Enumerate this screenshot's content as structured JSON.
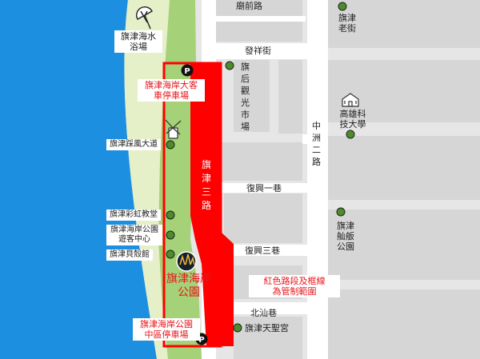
{
  "colors": {
    "sea": "#1d8fe0",
    "beach": "#e5efc8",
    "park": "#a5d178",
    "restricted": "#ff0000",
    "road": "#ffffff",
    "block": "#d6d6d6",
    "poi_marker": "#4d8c2a"
  },
  "roads": {
    "miaoqian_rd": "廟前路",
    "faxiang_st": "發祥街",
    "qijin_3rd_rd": "旗津三路",
    "fuxing_1st_lane": "復興一巷",
    "fuxing_3rd_lane": "復興三巷",
    "beishan_lane": "北汕巷",
    "zhongzhou_2nd_rd": "中洲二路"
  },
  "pois": {
    "bathing_beach": "旗津海水浴場",
    "old_street": "旗津老街",
    "bus_parking": "旗津海岸大客車停車場",
    "empress_market": "旗后觀光市場",
    "nkust": "高雄科技大學",
    "wind_blvd": "旗津踩風大道",
    "rainbow_church": "旗津彩虹教堂",
    "visitor_center": "旗津海岸公園遊客中心",
    "shell_museum": "旗津貝殼館",
    "coastal_park": "旗津海岸公園",
    "middle_parking": "旗津海岸公園中區停車場",
    "tianhou_temple": "旗津天聖宮",
    "ferry_park": "旗津舢舨公園"
  },
  "legend": {
    "line1": "紅色路段及框線",
    "line2": "為管制範圍"
  },
  "icons": {
    "parking": "P",
    "beach": "beach-umbrella-icon",
    "school": "school-building-icon",
    "windmill": "windmill-icon",
    "park_photo": "coastal-park-photo-icon",
    "poi": "poi-marker-icon"
  }
}
